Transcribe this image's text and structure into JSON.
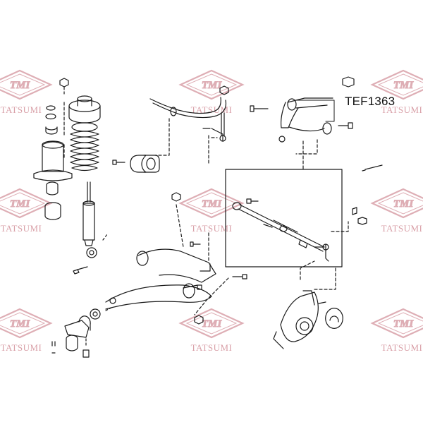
{
  "diagram": {
    "part_label": "TEF1363"
  },
  "watermark": {
    "logo_text": "TMI",
    "brand_text": "TATSUMI",
    "color": "#d9a0a8"
  },
  "colors": {
    "line": "#1a1a1a",
    "background": "#ffffff"
  }
}
